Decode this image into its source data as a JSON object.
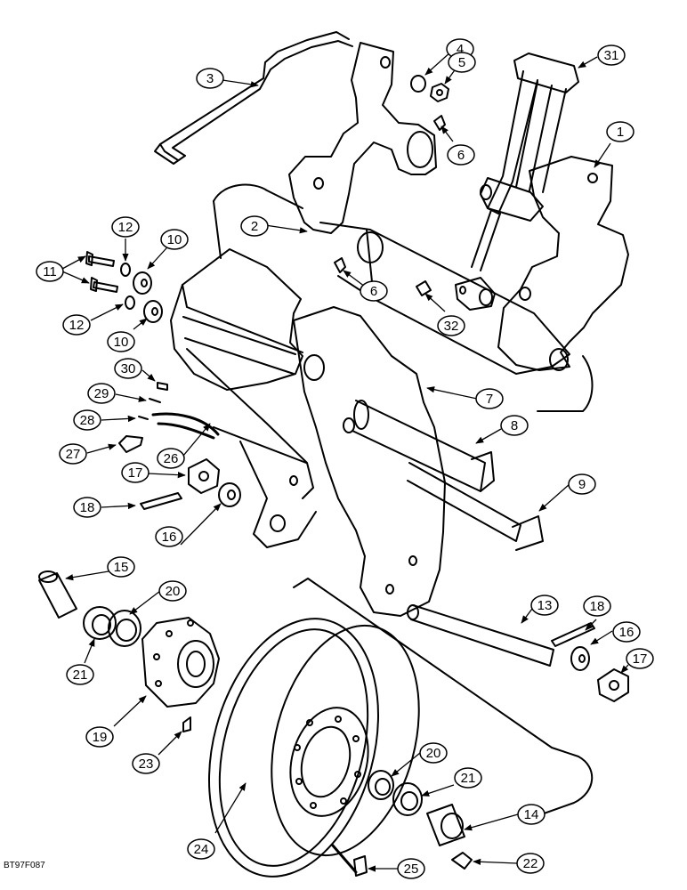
{
  "figure_ref": "BT97F087",
  "callouts": {
    "c1": "1",
    "c2": "2",
    "c3": "3",
    "c4": "4",
    "c5": "5",
    "c6a": "6",
    "c6b": "6",
    "c7": "7",
    "c8": "8",
    "c9": "9",
    "c10a": "10",
    "c10b": "10",
    "c11": "11",
    "c12a": "12",
    "c12b": "12",
    "c13": "13",
    "c14": "14",
    "c15": "15",
    "c16a": "16",
    "c16b": "16",
    "c17a": "17",
    "c17b": "17",
    "c18a": "18",
    "c18b": "18",
    "c19": "19",
    "c20a": "20",
    "c20b": "20",
    "c21a": "21",
    "c21b": "21",
    "c22": "22",
    "c23": "23",
    "c24": "24",
    "c25": "25",
    "c26": "26",
    "c27": "27",
    "c28": "28",
    "c29": "29",
    "c30": "30",
    "c31": "31",
    "c32": "32"
  }
}
